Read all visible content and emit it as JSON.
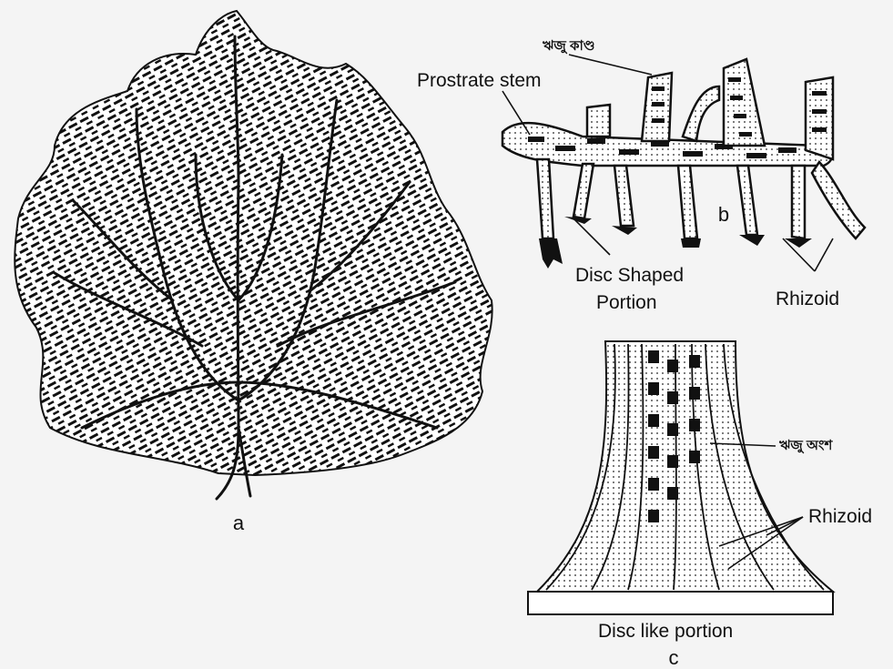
{
  "figure": {
    "panel_a": {
      "letter": "a"
    },
    "panel_b": {
      "letter": "b",
      "labels": {
        "erect_stem": "ঋজু কাণ্ড",
        "prostrate_stem": "Prostrate stem",
        "disc_shaped_portion_line1": "Disc Shaped",
        "disc_shaped_portion_line2": "Portion",
        "rhizoid": "Rhizoid"
      }
    },
    "panel_c": {
      "letter": "c",
      "labels": {
        "erect_part": "ঋজু অংশ",
        "rhizoid": "Rhizoid",
        "disc_like_portion": "Disc like portion"
      }
    }
  }
}
